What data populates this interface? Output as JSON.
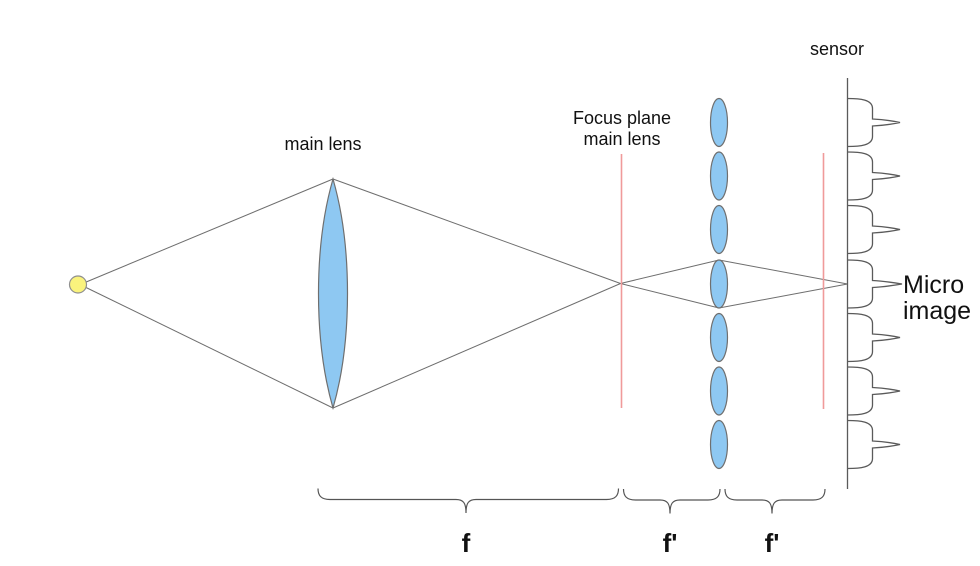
{
  "figure": {
    "labels": {
      "main_lens": "main lens",
      "focus_plane_line1": "Focus plane",
      "focus_plane_line2": "main lens",
      "sensor": "sensor",
      "micro_image_line1": "Micro",
      "micro_image_line2": "image",
      "f": "f",
      "f_prime_mla": "f'",
      "f_prime_sensor": "f'"
    },
    "colors": {
      "lens_fill": "#8ec8f2",
      "lens_stroke": "#6f6f6f",
      "point_fill": "#faf37d",
      "point_stroke": "#8f8f8f",
      "focal_plane_red": "#f09a9a",
      "ray_gray": "#6e6e6e",
      "sensor_line": "#5a5a5a"
    }
  }
}
